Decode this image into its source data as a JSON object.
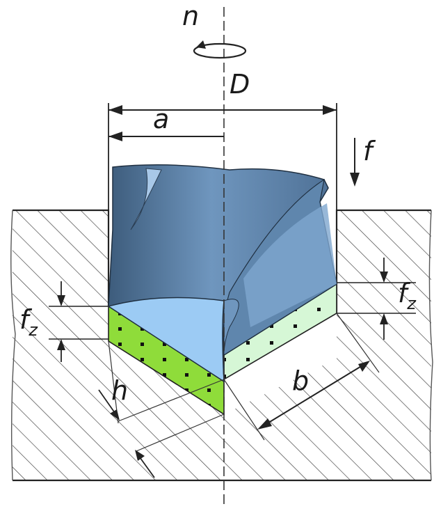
{
  "labels": {
    "n": "n",
    "D": "D",
    "a": "a",
    "f": "f",
    "fz_right": {
      "base": "f",
      "sub": "z"
    },
    "fz_left": {
      "base": "f",
      "sub": "z"
    },
    "b": "b",
    "h": "h"
  },
  "colors": {
    "workpiece_hatch": "#3a3a3a",
    "drill_body_dark": "#3e5f80",
    "drill_body_mid": "#5f86ad",
    "drill_body_light": "#8fb6dc",
    "drill_tip": "#9ccbf4",
    "chip_left": "#8fdc3a",
    "chip_right": "#d6f7d6",
    "line": "#222222"
  }
}
